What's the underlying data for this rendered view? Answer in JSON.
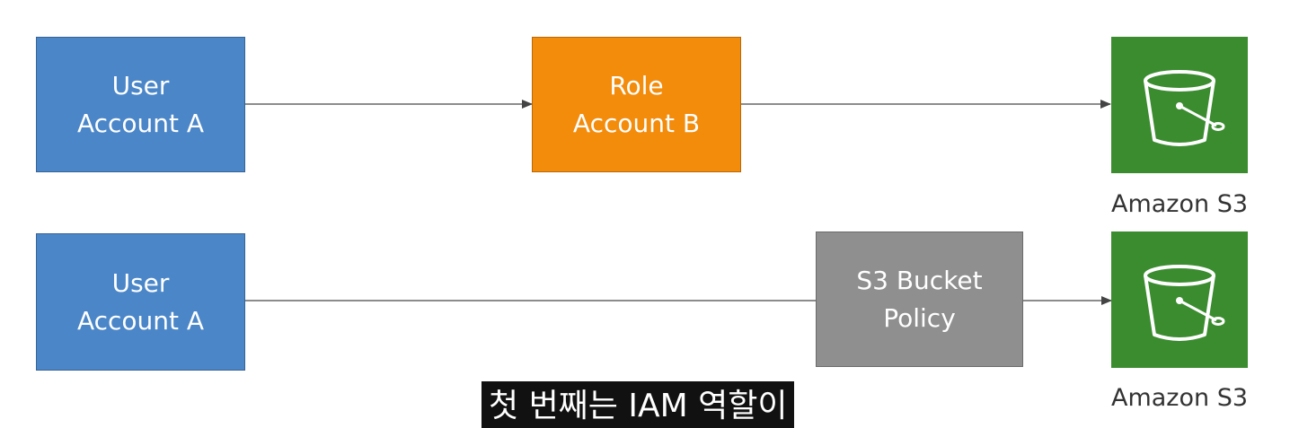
{
  "diagram": {
    "row1": {
      "user_box": {
        "line1": "User",
        "line2": "Account A"
      },
      "role_box": {
        "line1": "Role",
        "line2": "Account B"
      },
      "s3": {
        "label": "Amazon S3",
        "icon": "s3-bucket-icon"
      }
    },
    "row2": {
      "user_box": {
        "line1": "User",
        "line2": "Account A"
      },
      "policy_box": {
        "line1": "S3 Bucket",
        "line2": "Policy"
      },
      "s3": {
        "label": "Amazon S3",
        "icon": "s3-bucket-icon"
      }
    }
  },
  "subtitle": {
    "text": "첫 번째는 IAM 역할이"
  },
  "colors": {
    "user": "#4a86c8",
    "role": "#f38b0b",
    "policy": "#8f8f8f",
    "s3": "#3a8c2f",
    "arrow": "#555555"
  }
}
